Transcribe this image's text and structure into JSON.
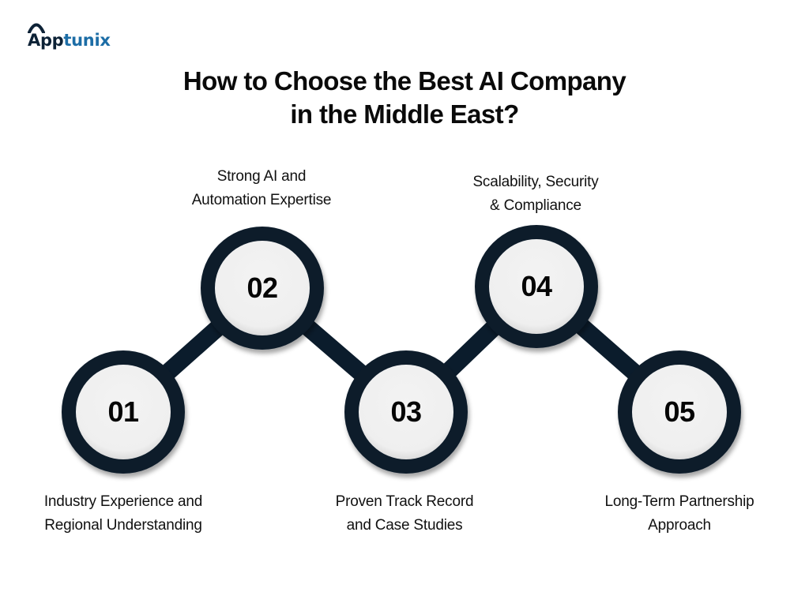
{
  "brand": {
    "logo_dark": "App",
    "logo_light": "tunix",
    "dark_color": "#0d2236",
    "light_color": "#1c6da6"
  },
  "title": {
    "line1": "How to Choose the Best AI Company",
    "line2": "in the Middle East?"
  },
  "colors": {
    "ring": "#0b1c2c",
    "fill": "#f1f1f1",
    "connector": "#0b1c2c"
  },
  "steps": [
    {
      "number": "01",
      "label_line1": "Industry Experience and",
      "label_line2": "Regional Understanding",
      "position": "bottom"
    },
    {
      "number": "02",
      "label_line1": "Strong AI and",
      "label_line2": "Automation Expertise",
      "position": "top"
    },
    {
      "number": "03",
      "label_line1": "Proven Track Record",
      "label_line2": "and Case Studies",
      "position": "bottom"
    },
    {
      "number": "04",
      "label_line1": "Scalability, Security",
      "label_line2": "& Compliance",
      "position": "top"
    },
    {
      "number": "05",
      "label_line1": "Long-Term Partnership",
      "label_line2": "Approach",
      "position": "bottom"
    }
  ]
}
